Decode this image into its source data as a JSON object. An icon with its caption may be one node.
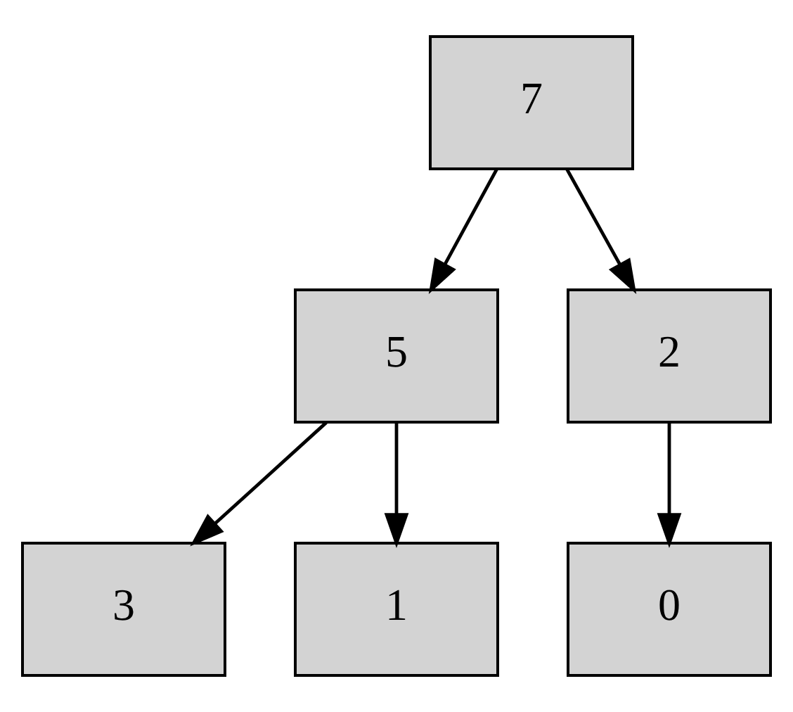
{
  "diagram": {
    "nodes": [
      {
        "text": [
          "7"
        ]
      },
      {
        "text": [
          "5"
        ]
      },
      {
        "text": [
          "2"
        ]
      },
      {
        "text": [
          "3"
        ]
      },
      {
        "text": [
          "1"
        ]
      },
      {
        "text": [
          "0"
        ]
      }
    ],
    "edges": [
      {
        "from": 0,
        "to": 1,
        "arrow": "to"
      },
      {
        "from": 0,
        "to": 2,
        "arrow": "to"
      },
      {
        "from": 1,
        "to": 3,
        "arrow": "to"
      },
      {
        "from": 1,
        "to": 4,
        "arrow": "to"
      },
      {
        "from": 2,
        "to": 5,
        "arrow": "to"
      }
    ]
  }
}
